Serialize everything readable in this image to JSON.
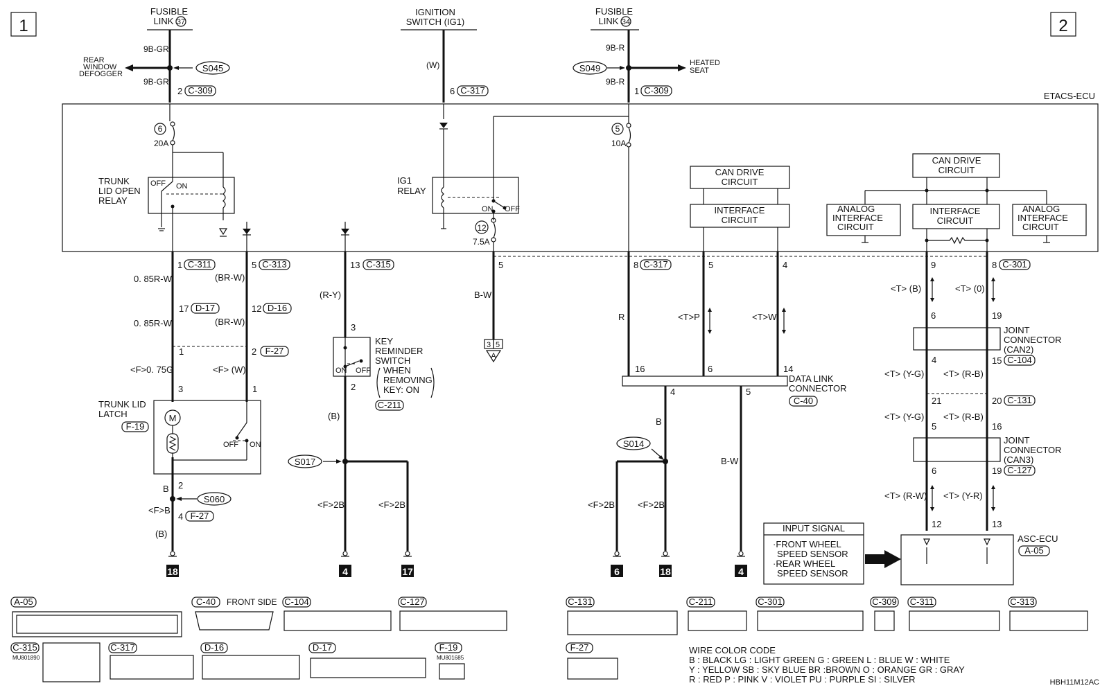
{
  "pages": {
    "left": "1",
    "right": "2"
  },
  "sources": {
    "fusible37": {
      "line1": "FUSIBLE",
      "line2": "LINK",
      "num": "37"
    },
    "ig_switch": {
      "line1": "IGNITION",
      "line2": "SWITCH (IG1)"
    },
    "fusible34": {
      "line1": "FUSIBLE",
      "line2": "LINK",
      "num": "34"
    }
  },
  "top_wires": {
    "w1": "9B-GR",
    "w2": "9B-GR",
    "w3": "(W)",
    "w4": "9B-R",
    "w5": "9B-R",
    "rear_defogger": [
      "REAR",
      "WINDOW",
      "DEFOGGER"
    ],
    "heated_seat": [
      "HEATED",
      "SEAT"
    ],
    "s045": "S045",
    "s049": "S049"
  },
  "top_connectors": {
    "c309a": {
      "pin": "2",
      "name": "C-309"
    },
    "c317a": {
      "pin": "6",
      "name": "C-317"
    },
    "c309b": {
      "pin": "1",
      "name": "C-309"
    }
  },
  "ecu": {
    "name": "ETACS-ECU",
    "fuse6": {
      "num": "6",
      "amp": "20A"
    },
    "fuse5": {
      "num": "5",
      "amp": "10A"
    },
    "fuse12": {
      "num": "12",
      "amp": "7.5A"
    },
    "trunk_relay": [
      "TRUNK",
      "LID OPEN",
      "RELAY"
    ],
    "relay_off": "OFF",
    "relay_on": "ON",
    "ig1_relay": [
      "IG1",
      "RELAY"
    ],
    "ig1_on": "ON",
    "ig1_off": "OFF",
    "can_drive_1": [
      "CAN DRIVE",
      "CIRCUIT"
    ],
    "interface_1": [
      "INTERFACE",
      "CIRCUIT"
    ],
    "can_drive_2": [
      "CAN DRIVE",
      "CIRCUIT"
    ],
    "interface_2": [
      "INTERFACE",
      "CIRCUIT"
    ],
    "analog_1": [
      "ANALOG",
      "INTERFACE",
      "CIRCUIT"
    ],
    "analog_2": [
      "ANALOG",
      "INTERFACE",
      "CIRCUIT"
    ]
  },
  "lower": {
    "c311": {
      "pin": "1",
      "name": "C-311"
    },
    "c313": {
      "pin": "5",
      "name": "C-313"
    },
    "c315": {
      "pin": "13",
      "name": "C-315"
    },
    "pin5": "5",
    "c317b": {
      "pin": "8",
      "name": "C-317"
    },
    "pin5b": "5",
    "pin4b": "4",
    "c301": {
      "pin": "8",
      "name": "C-301"
    },
    "pin9": "9",
    "w_085rw_a": "0. 85R-W",
    "w_brw_a": "(BR-W)",
    "d17": {
      "pin": "17",
      "name": "D-17"
    },
    "d16": {
      "pin": "12",
      "name": "D-16"
    },
    "w_085rw_b": "0. 85R-W",
    "w_brw_b": "(BR-W)",
    "f27a_pin1": "1",
    "f27a": {
      "pin": "2",
      "name": "F-27"
    },
    "w_f075g": "<F>0. 75G",
    "w_fw": "<F> (W)",
    "latch_pin3": "3",
    "latch_pin1": "1",
    "latch": [
      "TRUNK LID",
      "LATCH"
    ],
    "latch_conn": "F-19",
    "latch_off": "OFF",
    "latch_on": "ON",
    "w_b": "B",
    "pin2": "2",
    "s060": "S060",
    "w_fb": "<F>B",
    "f27b": {
      "pin": "4",
      "name": "F-27"
    },
    "w_bparen": "(B)",
    "w_ry": "(R-Y)",
    "key_pin3": "3",
    "key_pin2": "2",
    "key": [
      "KEY",
      "REMINDER",
      "SWITCH"
    ],
    "key_note": [
      "WHEN",
      "REMOVING",
      "KEY: ON"
    ],
    "key_conn": "C-211",
    "key_on": "ON",
    "key_off": "OFF",
    "w_bp2": "(B)",
    "s017": "S017",
    "w_f2b_1": "<F>2B",
    "w_f2b_2": "<F>2B",
    "w_bw": "B-W",
    "conn_a": [
      "3",
      "5"
    ],
    "conn_a_letter": "A",
    "w_r": "R",
    "w_tp": "<T>P",
    "w_tw": "<T>W",
    "dlc_pins": {
      "p16": "16",
      "p6": "6",
      "p14": "14",
      "p4": "4",
      "p5": "5"
    },
    "dlc": [
      "DATA LINK",
      "CONNECTOR"
    ],
    "dlc_conn": "C-40",
    "w_b2": "B",
    "s014": "S014",
    "w_bw2": "B-W",
    "w_f2b_3": "<F>2B",
    "w_f2b_4": "<F>2B",
    "w_tb": "<T> (B)",
    "w_to": "<T> (0)",
    "p6": "6",
    "p19": "19",
    "jc2": [
      "JOINT",
      "CONNECTOR",
      "(CAN2)"
    ],
    "p4": "4",
    "c104": {
      "pin": "15",
      "name": "C-104"
    },
    "w_tyg1": "<T> (Y-G)",
    "w_trb1": "<T> (R-B)",
    "p21": "21",
    "c131": {
      "pin": "20",
      "name": "C-131"
    },
    "w_tyg2": "<T> (Y-G)",
    "w_trb2": "<T> (R-B)",
    "p5": "5",
    "p16": "16",
    "jc3": [
      "JOINT",
      "CONNECTOR",
      "(CAN3)"
    ],
    "p6b": "6",
    "c127": {
      "pin": "19",
      "name": "C-127"
    },
    "w_trw": "<T> (R-W)",
    "w_tyr": "<T> (Y-R)",
    "p12": "12",
    "p13": "13",
    "asc": "ASC-ECU",
    "asc_conn": "A-05",
    "input_title": "INPUT SIGNAL",
    "input_lines": [
      "·FRONT WHEEL",
      "SPEED SENSOR",
      "·REAR WHEEL",
      "SPEED SENSOR"
    ]
  },
  "grounds": [
    "18",
    "4",
    "17",
    "6",
    "18",
    "4"
  ],
  "connectors": {
    "a05": "A-05",
    "c40": "C-40",
    "c40_side": "FRONT SIDE",
    "c104": "C-104",
    "c127": "C-127",
    "c131": "C-131",
    "c211": "C-211",
    "c301": "C-301",
    "c309": "C-309",
    "c311": "C-311",
    "c313": "C-313",
    "c315": "C-315",
    "c317": "C-317",
    "d16": "D-16",
    "d17": "D-17",
    "f19": "F-19",
    "f27": "F-27",
    "mu1": "MU801890",
    "mu2": "MU801685"
  },
  "color_code": {
    "title": "WIRE COLOR CODE",
    "row1": "B : BLACK    LG : LIGHT GREEN    G : GREEN    L : BLUE    W : WHITE",
    "row2": "Y : YELLOW    SB : SKY BLUE    BR :BROWN    O : ORANGE    GR : GRAY",
    "row3": "R : RED    P : PINK    V : VIOLET    PU : PURPLE    SI : SILVER"
  },
  "doc_code": "HBH11M12AC"
}
